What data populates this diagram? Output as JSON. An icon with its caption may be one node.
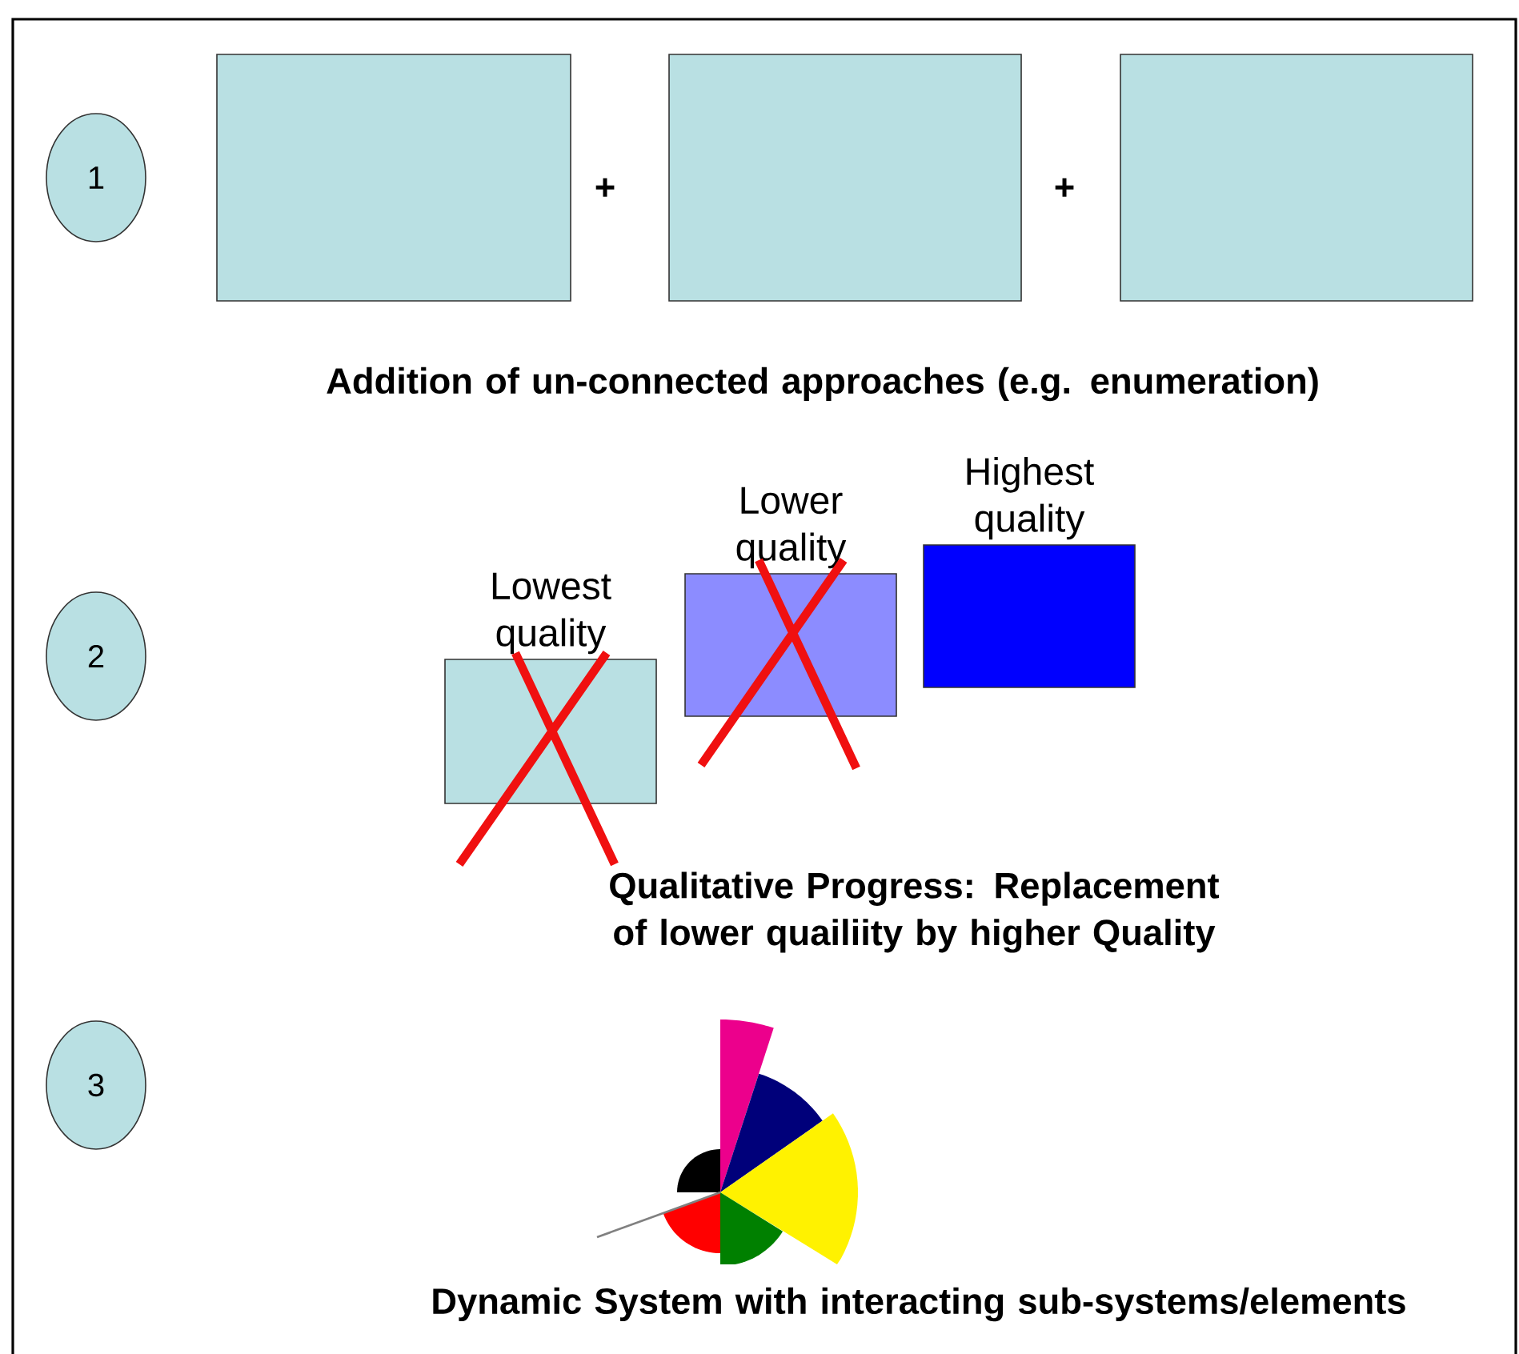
{
  "diagram": {
    "nodes": [
      {
        "text": [
          "1"
        ]
      },
      {
        "text": [],
        "shape": "box"
      },
      {
        "text": [],
        "shape": "box"
      },
      {
        "text": [],
        "shape": "box"
      },
      {
        "text": [
          "2"
        ]
      },
      {
        "text": [
          "Lowest quality"
        ]
      },
      {
        "text": [
          "Lower quality"
        ]
      },
      {
        "text": [
          "Highest quality"
        ]
      },
      {
        "text": [
          "3"
        ]
      }
    ],
    "labels": [
      "+",
      "+",
      "Addition of un-connected approaches (e.g. enumeration)",
      "Qualitative Progress: Replacement of lower quailiity by higher Quality",
      "Dynamic System with interacting sub-systems/elements"
    ]
  }
}
